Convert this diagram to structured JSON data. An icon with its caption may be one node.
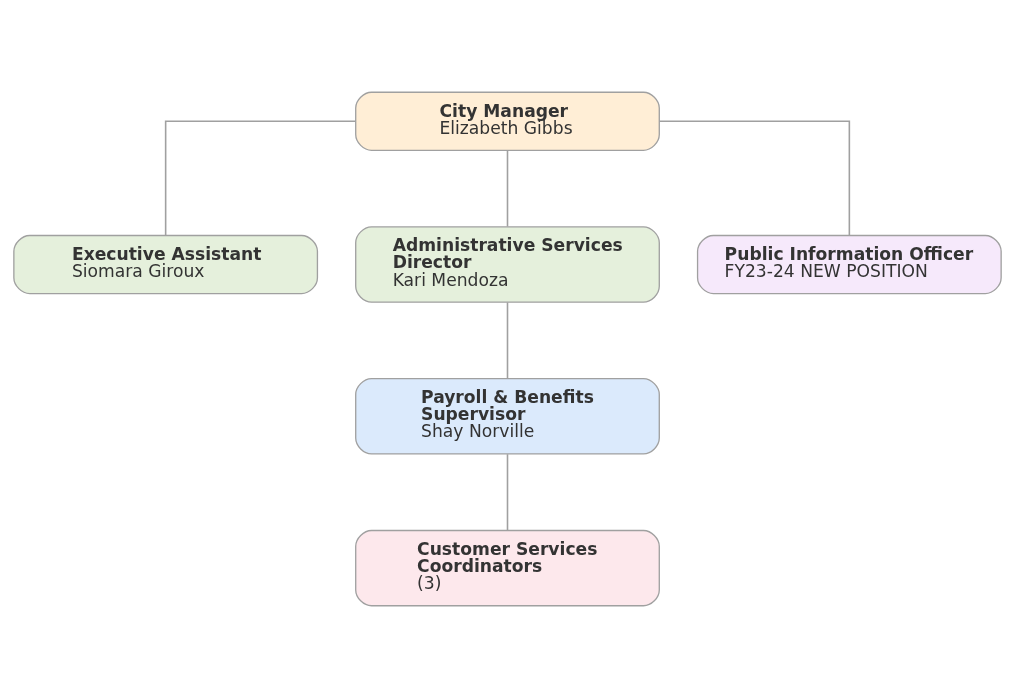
{
  "diagram": {
    "nodes": [
      {
        "text": [
          "City Manager",
          "Elizabeth Gibbs"
        ]
      },
      {
        "text": [
          "Executive Assistant",
          "Siomara Giroux"
        ]
      },
      {
        "text": [
          "Administrative Services Director",
          "Kari Mendoza"
        ]
      },
      {
        "text": [
          "Public Information Officer",
          "FY23-24 NEW POSITION"
        ]
      },
      {
        "text": [
          "Payroll & Benefits Supervisor",
          "Shay Norville"
        ]
      },
      {
        "text": [
          "Customer Services Coordinators",
          "(3)"
        ]
      }
    ],
    "edges": [
      {
        "from": 0,
        "to": 1,
        "arrow": "none"
      },
      {
        "from": 0,
        "to": 2,
        "arrow": "none"
      },
      {
        "from": 0,
        "to": 3,
        "arrow": "none"
      },
      {
        "from": 2,
        "to": 4,
        "arrow": "none"
      },
      {
        "from": 4,
        "to": 5,
        "arrow": "none"
      }
    ]
  }
}
